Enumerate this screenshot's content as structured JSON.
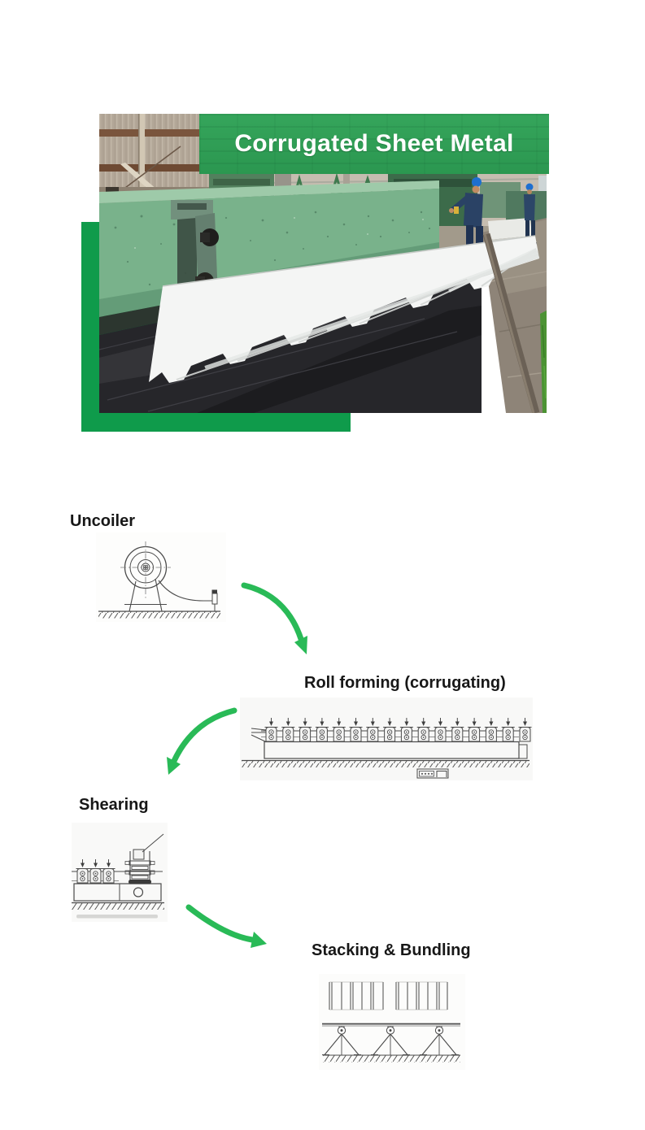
{
  "hero": {
    "banner_title": "Corrugated Sheet Metal",
    "colors": {
      "banner_green": "#2f9b52",
      "accent_square_green": "#0f9b4b",
      "photo_machine_green": "#79b28b",
      "photo_sheet_white": "#f4f5f4"
    }
  },
  "flow": {
    "arrow_color": "#29ba57",
    "diagram_line_color": "#4a4a4a",
    "steps": [
      {
        "id": "uncoiler",
        "label": "Uncoiler"
      },
      {
        "id": "roll-forming",
        "label": "Roll forming (corrugating)"
      },
      {
        "id": "shearing",
        "label": "Shearing"
      },
      {
        "id": "stacking-bundling",
        "label": "Stacking & Bundling"
      }
    ]
  }
}
